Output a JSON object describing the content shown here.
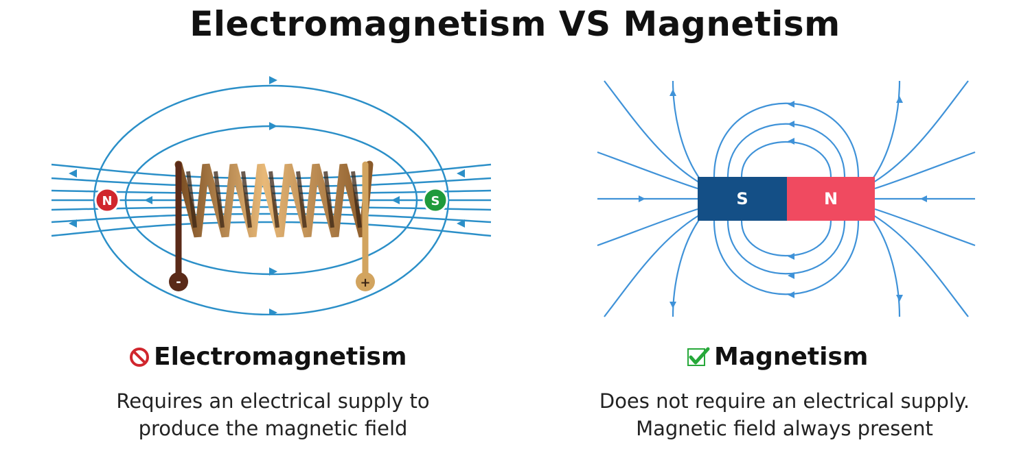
{
  "title": "Electromagnetism VS Magnetism",
  "colors": {
    "field_line": "#2b8fc8",
    "field_line_right": "#3f92d8",
    "copper": "#b8864b",
    "north_red": "#d0262d",
    "south_green": "#1f9a3b",
    "magnet_south": "#144f86",
    "magnet_north": "#f04a60",
    "wire_negative": "#5a2a18",
    "wire_positive": "#d2a45f",
    "check_green": "#26a839",
    "forbid_red": "#d0262d"
  },
  "left_panel": {
    "north_label": "N",
    "south_label": "S",
    "negative_terminal": "-",
    "positive_terminal": "+",
    "heading": "Electromagnetism",
    "heading_icon": "prohibited-icon",
    "description_line1": "Requires an electrical supply to",
    "description_line2": "produce the magnetic field"
  },
  "right_panel": {
    "south_label": "S",
    "north_label": "N",
    "heading": "Magnetism",
    "heading_icon": "checkmark-icon",
    "description_line1": "Does not require an electrical supply.",
    "description_line2": "Magnetic field always present"
  }
}
